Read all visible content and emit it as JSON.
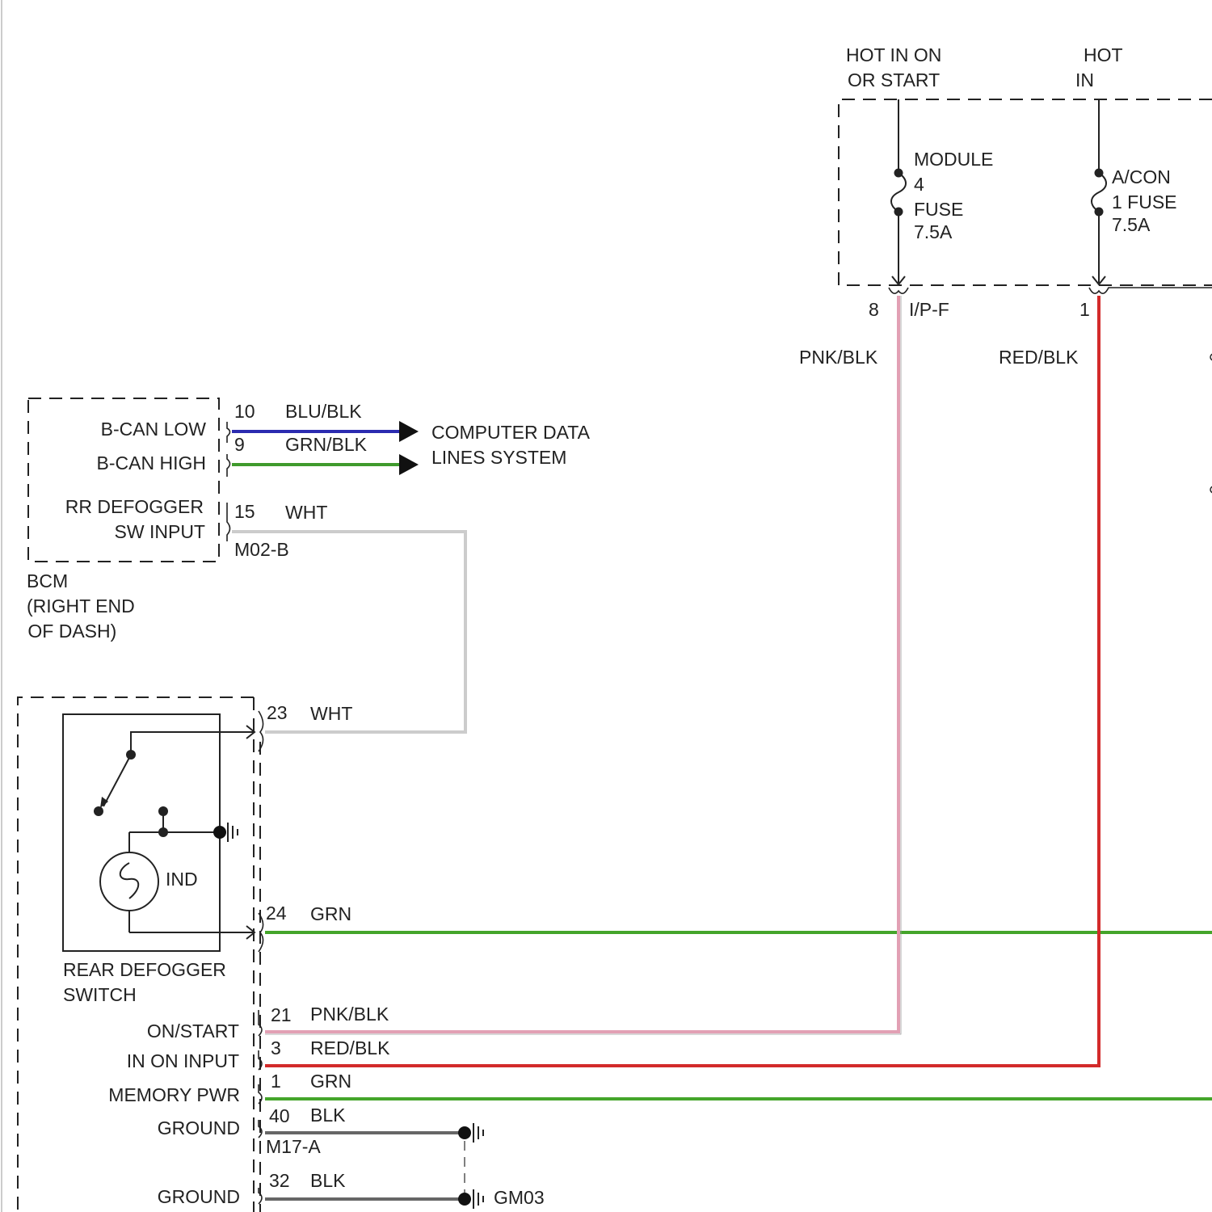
{
  "fuse_block": {
    "hot_labels": [
      {
        "line1": "HOT IN ON",
        "line2": "OR START"
      },
      {
        "line1": "HOT",
        "line2": "IN"
      }
    ],
    "fuses": [
      {
        "l1": "MODULE",
        "l2": "4",
        "l3": "FUSE",
        "l4": "7.5A"
      },
      {
        "l1": "A/CON",
        "l2": "1 FUSE",
        "l3": "7.5A"
      }
    ],
    "pin_8": "8",
    "pin_1": "1",
    "connector": "I/P-F",
    "wire_pnk": "PNK/BLK",
    "wire_red": "RED/BLK"
  },
  "bcm": {
    "labels": [
      "B-CAN LOW",
      "B-CAN HIGH",
      "RR DEFOGGER",
      "SW INPUT"
    ],
    "pins": [
      {
        "num": "10",
        "wire": "BLU/BLK"
      },
      {
        "num": "9",
        "wire": "GRN/BLK"
      },
      {
        "num": "15",
        "wire": "WHT"
      }
    ],
    "connector": "M02-B",
    "name_lines": [
      "BCM",
      "(RIGHT END",
      " OF DASH)"
    ]
  },
  "data_lines_label": [
    "COMPUTER DATA",
    "LINES SYSTEM"
  ],
  "switch": {
    "ind_label": "IND",
    "name_lines": [
      "REAR DEFOGGER",
      "SWITCH"
    ],
    "side_labels": [
      "ON/START",
      "IN ON INPUT",
      "MEMORY PWR",
      "GROUND",
      "GROUND"
    ],
    "pins": [
      {
        "num": "23",
        "wire": "WHT"
      },
      {
        "num": "24",
        "wire": "GRN"
      },
      {
        "num": "21",
        "wire": "PNK/BLK"
      },
      {
        "num": "3",
        "wire": "RED/BLK"
      },
      {
        "num": "1",
        "wire": "GRN"
      },
      {
        "num": "40",
        "wire": "BLK"
      },
      {
        "num": "32",
        "wire": "BLK"
      }
    ],
    "connector": "M17-A",
    "ground_point": "GM03"
  },
  "colors": {
    "blu_blk": "#2b2bb0",
    "grn_blk": "#3f9a2c",
    "wht": "#cccccc",
    "grn": "#44a52a",
    "pnk_blk": "#e2a0b4",
    "red_blk": "#d32a2a",
    "blk": "#666666"
  }
}
